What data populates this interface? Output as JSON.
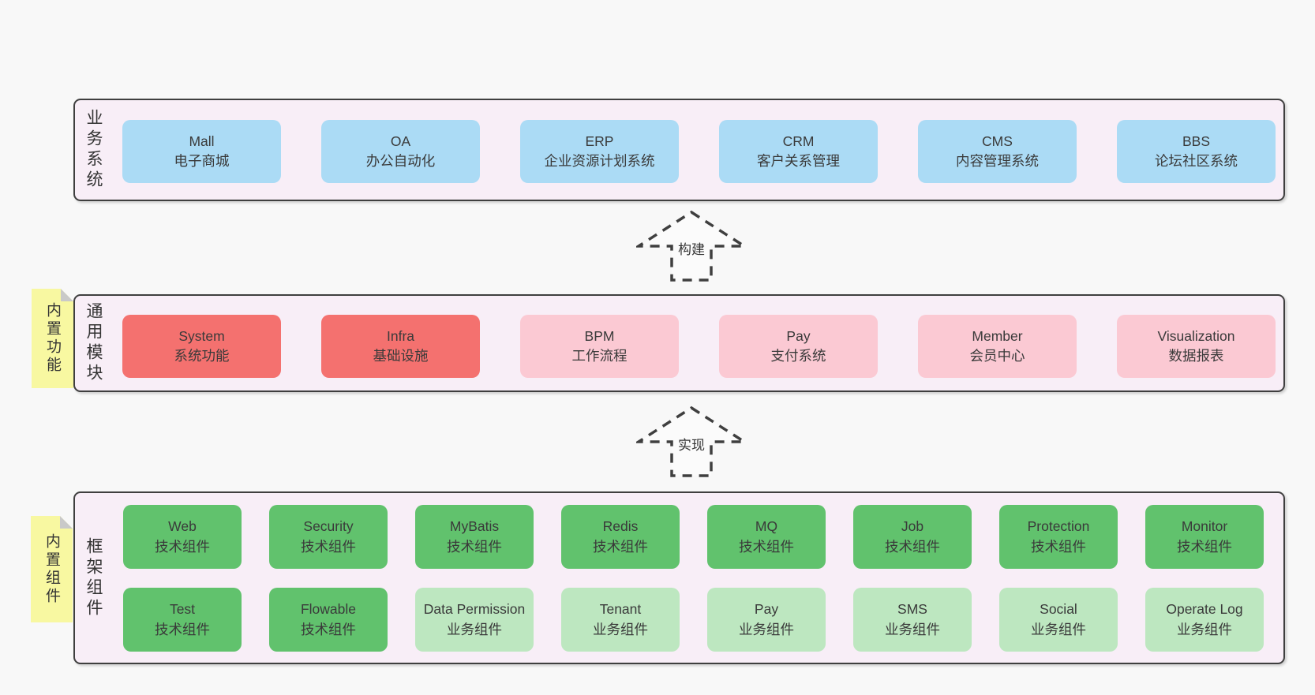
{
  "colors": {
    "page_bg": "#f8f8f8",
    "container_bg": "#f8eef7",
    "border": "#3f3f3f",
    "text": "#3a3a3a",
    "blue": "#abdbf5",
    "red": "#f4716f",
    "pink": "#fbc9d3",
    "green": "#61c26d",
    "lightgreen": "#bde7c0",
    "sticky": "#f8f8a1",
    "fold": "#c9c9c9"
  },
  "arrows": [
    {
      "label": "构建"
    },
    {
      "label": "实现"
    }
  ],
  "sections": {
    "business": {
      "label": "业务系统",
      "boxes": [
        {
          "name": "Mall",
          "desc": "电子商城"
        },
        {
          "name": "OA",
          "desc": "办公自动化"
        },
        {
          "name": "ERP",
          "desc": "企业资源计划系统"
        },
        {
          "name": "CRM",
          "desc": "客户关系管理"
        },
        {
          "name": "CMS",
          "desc": "内容管理系统"
        },
        {
          "name": "BBS",
          "desc": "论坛社区系统"
        }
      ]
    },
    "modules": {
      "label": "通用模块",
      "sticky": "内置功能",
      "boxes": [
        {
          "name": "System",
          "desc": "系统功能"
        },
        {
          "name": "Infra",
          "desc": "基础设施"
        },
        {
          "name": "BPM",
          "desc": "工作流程"
        },
        {
          "name": "Pay",
          "desc": "支付系统"
        },
        {
          "name": "Member",
          "desc": "会员中心"
        },
        {
          "name": "Visualization",
          "desc": "数据报表"
        }
      ]
    },
    "components": {
      "label": "框架组件",
      "sticky": "内置组件",
      "rows": [
        [
          {
            "name": "Web",
            "desc": "技术组件"
          },
          {
            "name": "Security",
            "desc": "技术组件"
          },
          {
            "name": "MyBatis",
            "desc": "技术组件"
          },
          {
            "name": "Redis",
            "desc": "技术组件"
          },
          {
            "name": "MQ",
            "desc": "技术组件"
          },
          {
            "name": "Job",
            "desc": "技术组件"
          },
          {
            "name": "Protection",
            "desc": "技术组件"
          },
          {
            "name": "Monitor",
            "desc": "技术组件"
          }
        ],
        [
          {
            "name": "Test",
            "desc": "技术组件"
          },
          {
            "name": "Flowable",
            "desc": "技术组件"
          },
          {
            "name": "Data Permission",
            "desc": "业务组件"
          },
          {
            "name": "Tenant",
            "desc": "业务组件"
          },
          {
            "name": "Pay",
            "desc": "业务组件"
          },
          {
            "name": "SMS",
            "desc": "业务组件"
          },
          {
            "name": "Social",
            "desc": "业务组件"
          },
          {
            "name": "Operate Log",
            "desc": "业务组件"
          }
        ]
      ]
    }
  }
}
